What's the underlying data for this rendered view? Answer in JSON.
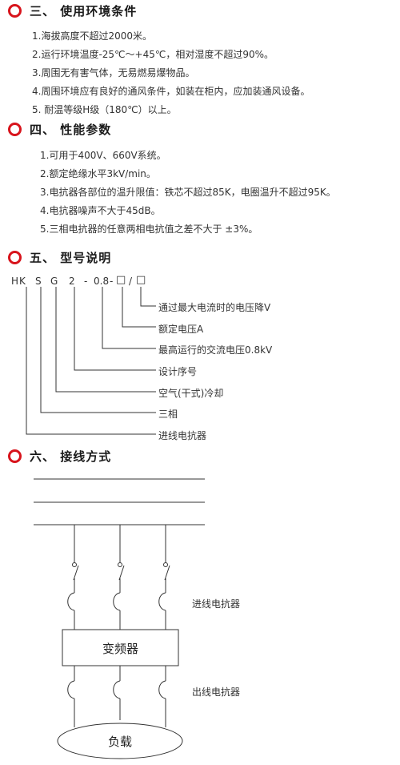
{
  "s3": {
    "title": "三、 使用环境条件",
    "items": [
      "1.海拔高度不超过2000米。",
      "2.运行环境温度-25℃～+45℃，相对湿度不超过90%。",
      "3.周围无有害气体，无易燃易爆物品。",
      "4.周围环境应有良好的通风条件，如装在柜内，应加装通风设备。",
      "5. 耐温等级H级（180℃）以上。"
    ]
  },
  "s4": {
    "title": "四、 性能参数",
    "items": [
      "1.可用于400V、660V系统。",
      "2.额定绝缘水平3kV/min。",
      "3.电抗器各部位的温升限值：铁芯不超过85K，电圈温升不超过95K。",
      "4.电抗器噪声不大于45dB。",
      "5.三相电抗器的任意两相电抗值之差不大于 ±3%。"
    ]
  },
  "s5": {
    "title": "五、 型号说明",
    "code": [
      "H",
      "K",
      "S",
      "G",
      "2",
      "-",
      "0.8",
      "-",
      "□",
      "/",
      "□"
    ],
    "descriptions": [
      "通过最大电流时的电压降V",
      "额定电压A",
      "最高运行的交流电压0.8kV",
      "设计序号",
      "空气(干式)冷却",
      "三相",
      "进线电抗器"
    ]
  },
  "s6": {
    "title": "六、 接线方式",
    "inlet_label": "进线电抗器",
    "inverter_label": "变频器",
    "outlet_label": "出线电抗器",
    "load_label": "负载"
  },
  "colors": {
    "accent": "#d8141c",
    "line": "#333333"
  }
}
